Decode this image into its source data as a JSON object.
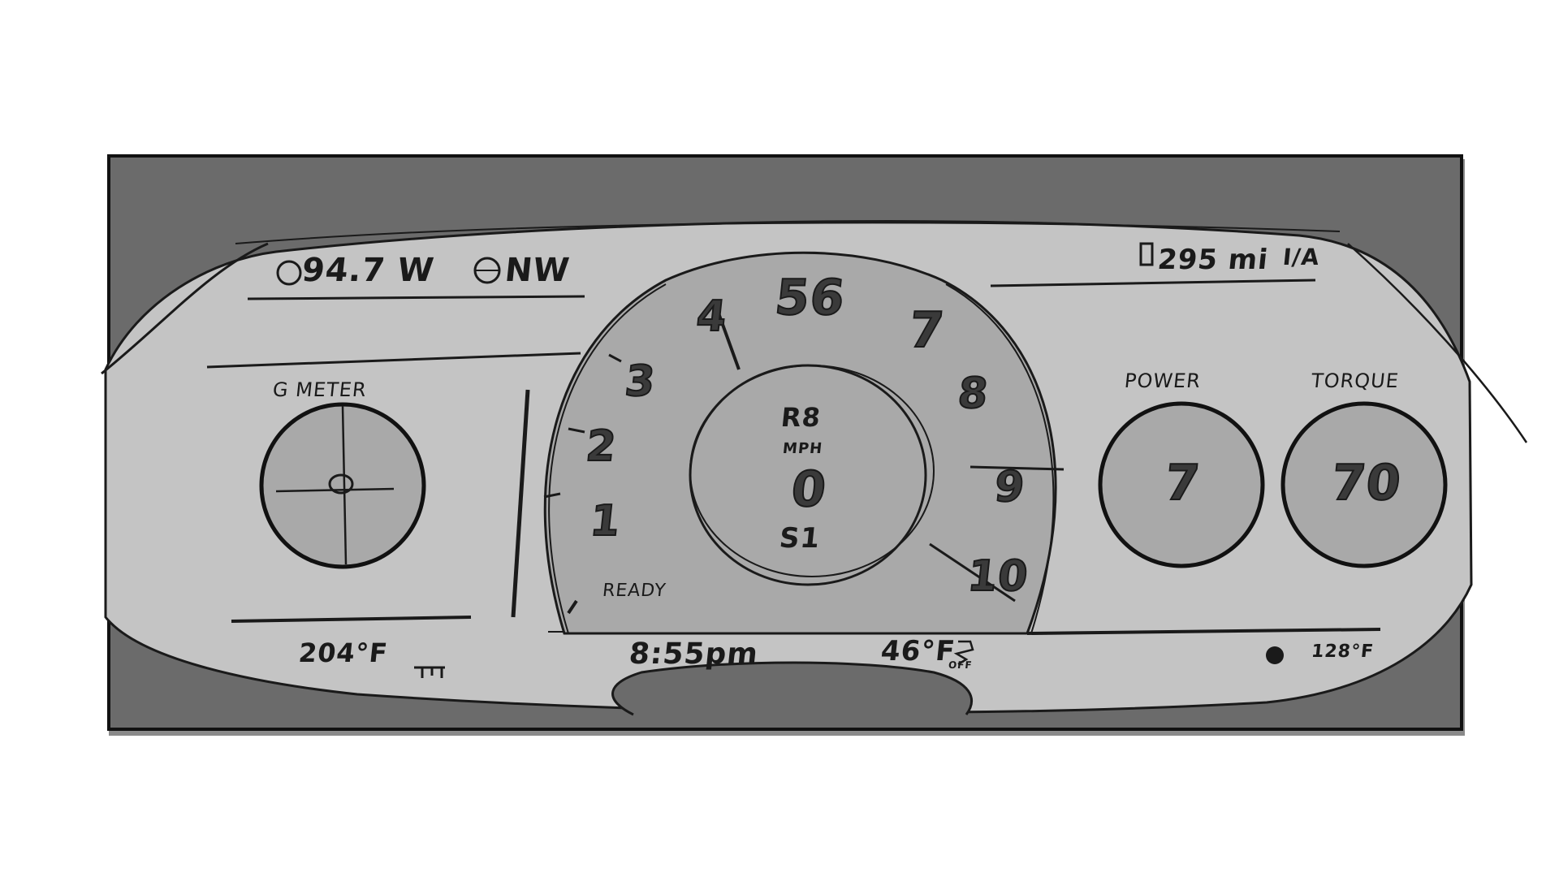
{
  "cluster": {
    "radio": {
      "frequency": "94.7 W",
      "icon": "radio-icon"
    },
    "compass": {
      "heading": "NW",
      "icon": "compass-icon"
    },
    "range": {
      "text": "295 mi",
      "icon": "fuel-icon",
      "extra": "I/A"
    },
    "g_meter": {
      "label": "G METER"
    },
    "speedometer": {
      "ticks": [
        "1",
        "2",
        "3",
        "4",
        "56",
        "7",
        "8",
        "9",
        "10"
      ],
      "gear": "R8",
      "unit": "MPH",
      "speed": "0",
      "mode": "S1",
      "status": "READY"
    },
    "power": {
      "label": "POWER",
      "value": "7"
    },
    "torque": {
      "label": "TORQUE",
      "value": "70"
    },
    "bottom": {
      "coolant_temp": "204°F",
      "time": "8:55pm",
      "outside_temp": "46°F",
      "traction": "OFF",
      "oil_temp": "128°F"
    },
    "colors": {
      "panel": "#c4c4c4",
      "bezel": "#6b6b6b",
      "ink": "#1a1a1a",
      "gauge_fill": "#a9a9a9"
    }
  }
}
